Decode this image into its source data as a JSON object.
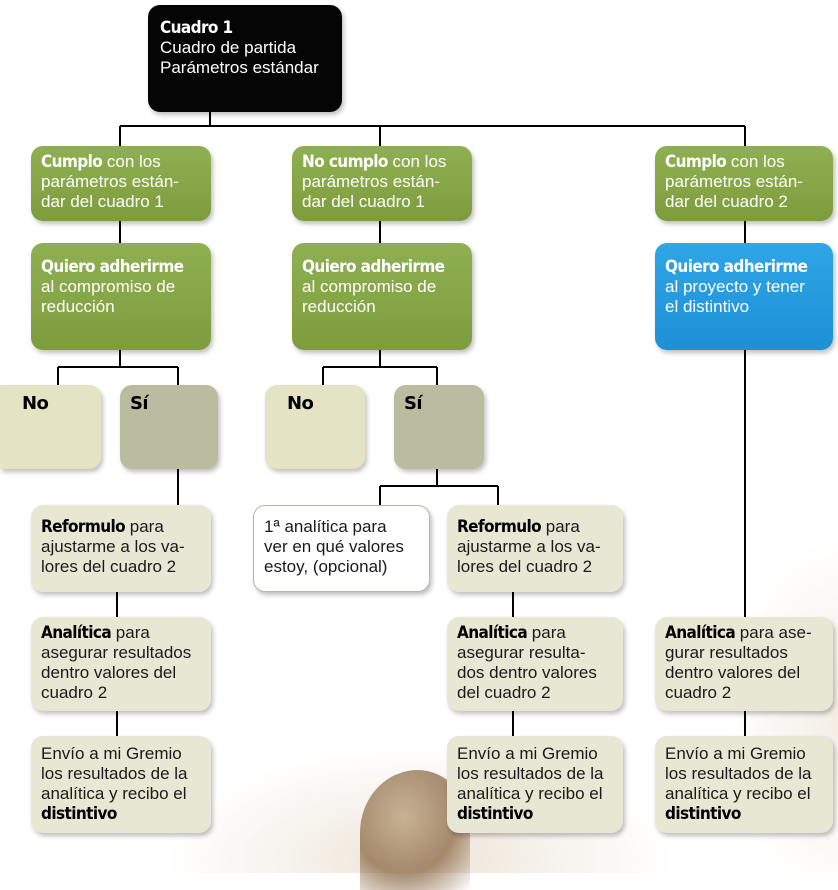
{
  "start": {
    "title": "Cuadro 1",
    "lines": [
      "Cuadro de partida",
      "Parámetros estándar"
    ]
  },
  "branches": {
    "left": {
      "condition": {
        "bold": "Cumplo",
        "lines": [
          " con los",
          "parámetros están-",
          "dar del cuadro 1"
        ]
      },
      "adhere": {
        "bold": "Quiero adherirme",
        "lines": [
          "al compromiso de",
          "reducción"
        ]
      },
      "no_label": "No",
      "si_label": "Sí",
      "reformulate": {
        "bold": "Reformulo",
        "lines": [
          " para",
          "ajustarme a los va-",
          "lores del cuadro 2"
        ]
      },
      "analysis": {
        "bold": "Analítica",
        "lines": [
          " para",
          "asegurar resultados",
          "dentro valores del",
          "cuadro 2"
        ]
      },
      "send": {
        "lines": [
          "Envío a mi Gremio",
          "los resultados de la",
          "analítica y recibo el"
        ],
        "bold": "distintivo"
      }
    },
    "middle": {
      "condition": {
        "bold": "No cumplo",
        "lines": [
          " con los",
          "parámetros están-",
          "dar del cuadro 1"
        ]
      },
      "adhere": {
        "bold": "Quiero adherirme",
        "lines": [
          "al compromiso de",
          "reducción"
        ]
      },
      "no_label": "No",
      "si_label": "Sí",
      "optional": {
        "lines": [
          "1ª analítica para",
          "ver en qué valores",
          "estoy, (opcional)"
        ]
      },
      "reformulate": {
        "bold": "Reformulo",
        "lines": [
          " para",
          "ajustarme a los va-",
          "lores del cuadro 2"
        ]
      },
      "analysis": {
        "bold": "Analítica",
        "lines": [
          " para",
          "asegurar resulta-",
          "dos dentro valores",
          "del cuadro 2"
        ]
      },
      "send": {
        "lines": [
          "Envío a mi Gremio",
          "los resultados de la",
          "analítica y recibo el"
        ],
        "bold": "distintivo"
      }
    },
    "right": {
      "condition": {
        "bold": "Cumplo",
        "lines": [
          " con los",
          "parámetros están-",
          "dar del cuadro 2"
        ]
      },
      "adhere": {
        "bold": "Quiero adherirme",
        "lines": [
          "al proyecto y tener",
          "el distintivo"
        ]
      },
      "analysis": {
        "bold": "Analítica",
        "lines": [
          " para ase-",
          "gurar resultados",
          "dentro valores del",
          "cuadro 2"
        ]
      },
      "send": {
        "lines": [
          "Envío a mi Gremio",
          "los resultados de la",
          "analítica y recibo el"
        ],
        "bold": "distintivo"
      }
    }
  },
  "colors": {
    "start": "#050505",
    "green": "#87a74a",
    "blue": "#259bde",
    "beige": "#e8e7d4",
    "no_box": "#e4e4c4",
    "si_box": "#b9bc9f",
    "connector": "#000000"
  }
}
